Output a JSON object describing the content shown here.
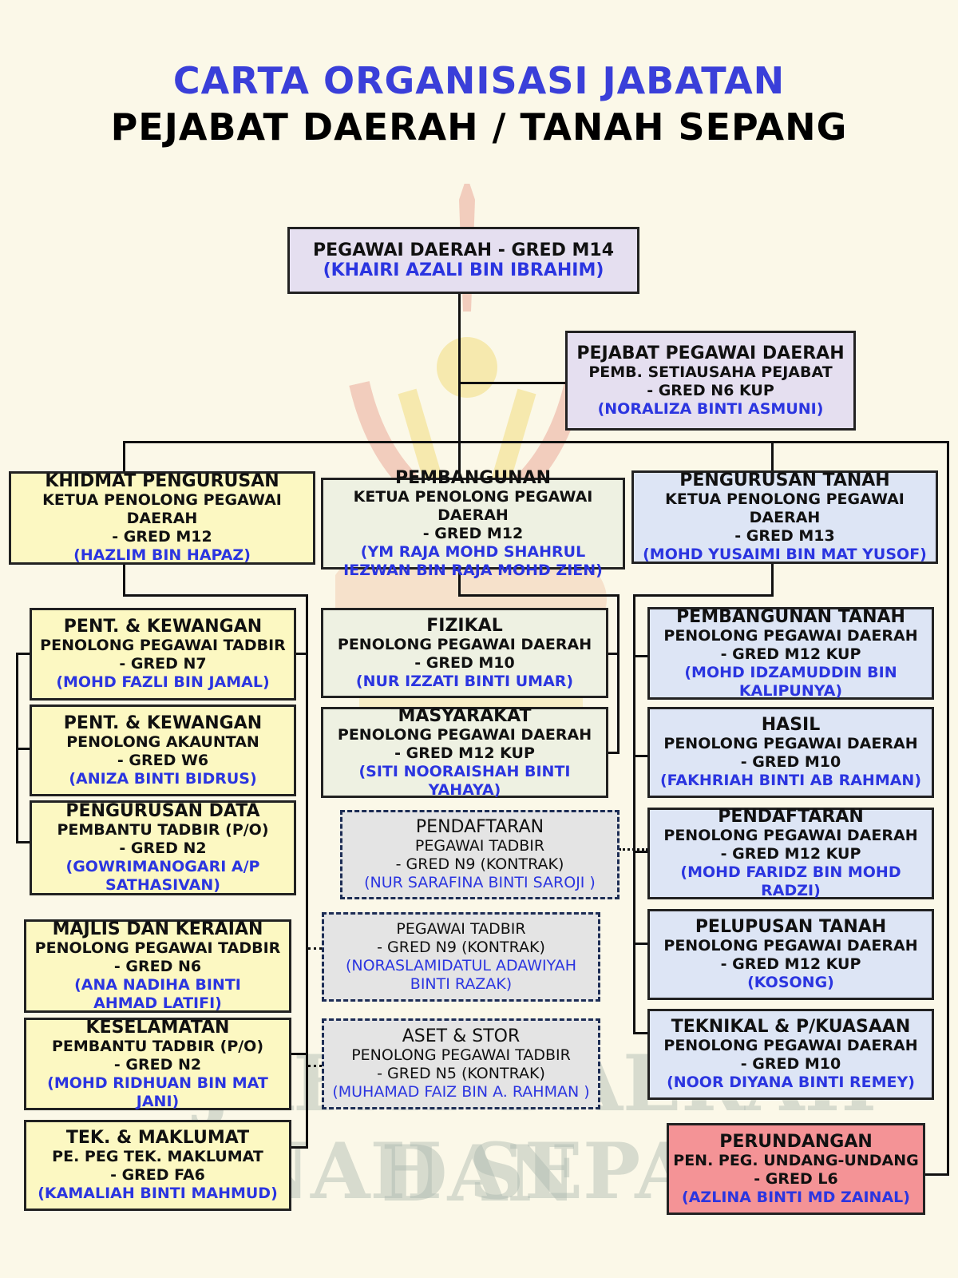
{
  "title": {
    "line1": "CARTA ORGANISASI JABATAN",
    "line2": "PEJABAT DAERAH / TANAH SEPANG"
  },
  "watermark": {
    "line1": "PEJABAT DAERAH DAN",
    "line2": "TANAH SEPANG"
  },
  "head": {
    "title": "PEGAWAI DAERAH - GRED M14",
    "name": "(KHAIRI AZALI BIN IBRAHIM)"
  },
  "secretary": {
    "title": "PEJABAT PEGAWAI DAERAH",
    "post": "PEMB. SETIAUSAHA PEJABAT",
    "grade": "- GRED N6 KUP",
    "name": "(NORALIZA BINTI ASMUNI)"
  },
  "divisions": {
    "khidmat": {
      "title": "KHIDMAT PENGURUSAN",
      "post": "KETUA PENOLONG PEGAWAI DAERAH",
      "grade": "- GRED M12",
      "name": "(HAZLIM BIN HAPAZ)"
    },
    "pembangunan": {
      "title": "PEMBANGUNAN",
      "post": "KETUA PENOLONG PEGAWAI DAERAH",
      "grade": "- GRED M12",
      "name": "(YM RAJA MOHD SHAHRUL IEZWAN BIN RAJA MOHD ZIEN)"
    },
    "tanah": {
      "title": "PENGURUSAN TANAH",
      "post": "KETUA PENOLONG PEGAWAI DAERAH",
      "grade": "- GRED M13",
      "name": "(MOHD YUSAIMI BIN MAT YUSOF)"
    }
  },
  "left_units": [
    {
      "title": "PENT. & KEWANGAN",
      "post": "PENOLONG PEGAWAI TADBIR",
      "grade": "- GRED N7",
      "name": "(MOHD FAZLI BIN JAMAL)"
    },
    {
      "title": "PENT. & KEWANGAN",
      "post": "PENOLONG AKAUNTAN",
      "grade": "- GRED W6",
      "name": "(ANIZA BINTI BIDRUS)"
    },
    {
      "title": "PENGURUSAN DATA",
      "post": "PEMBANTU TADBIR (P/O)",
      "grade": "- GRED N2",
      "name": "(GOWRIMANOGARI A/P SATHASIVAN)"
    },
    {
      "title": "MAJLIS DAN KERAIAN",
      "post": "PENOLONG PEGAWAI TADBIR",
      "grade": "- GRED N6",
      "name": "(ANA NADIHA BINTI AHMAD LATIFI)"
    },
    {
      "title": "KESELAMATAN",
      "post": "PEMBANTU TADBIR (P/O)",
      "grade": "- GRED N2",
      "name": "(MOHD RIDHUAN BIN MAT JANI)"
    },
    {
      "title": "TEK. & MAKLUMAT",
      "post": "PE. PEG TEK. MAKLUMAT",
      "grade": "- GRED FA6",
      "name": "(KAMALIAH BINTI MAHMUD)"
    }
  ],
  "center_units": [
    {
      "title": "FIZIKAL",
      "post": "PENOLONG PEGAWAI DAERAH",
      "grade": "- GRED M10",
      "name": "(NUR IZZATI BINTI UMAR)"
    },
    {
      "title": "MASYARAKAT",
      "post": "PENOLONG PEGAWAI DAERAH",
      "grade": "- GRED M12 KUP",
      "name": "(SITI NOORAISHAH BINTI YAHAYA)"
    }
  ],
  "contract_units": [
    {
      "title": "PENDAFTARAN",
      "post": "PEGAWAI TADBIR",
      "grade": "- GRED N9 (KONTRAK)",
      "name": "(NUR SARAFINA BINTI SAROJI )"
    },
    {
      "title": "",
      "post": "PEGAWAI TADBIR",
      "grade": "- GRED N9 (KONTRAK)",
      "name": "(NORASLAMIDATUL ADAWIYAH BINTI RAZAK)"
    },
    {
      "title": "ASET & STOR",
      "post": "PENOLONG PEGAWAI TADBIR",
      "grade": "- GRED N5 (KONTRAK)",
      "name": "(MUHAMAD FAIZ BIN A. RAHMAN )"
    }
  ],
  "right_units": [
    {
      "title": "PEMBANGUNAN TANAH",
      "post": "PENOLONG PEGAWAI DAERAH",
      "grade": "- GRED M12 KUP",
      "name": "(MOHD IDZAMUDDIN BIN KALIPUNYA)"
    },
    {
      "title": "HASIL",
      "post": "PENOLONG PEGAWAI DAERAH",
      "grade": "- GRED M10",
      "name": "(FAKHRIAH BINTI AB RAHMAN)"
    },
    {
      "title": "PENDAFTARAN",
      "post": "PENOLONG PEGAWAI DAERAH",
      "grade": "- GRED M12 KUP",
      "name": "(MOHD FARIDZ BIN MOHD RADZI)"
    },
    {
      "title": "PELUPUSAN TANAH",
      "post": "PENOLONG PEGAWAI DAERAH",
      "grade": "- GRED M12 KUP",
      "name": "(KOSONG)"
    },
    {
      "title": "TEKNIKAL & P/KUASAAN",
      "post": "PENOLONG PEGAWAI DAERAH",
      "grade": "- GRED M10",
      "name": "(NOOR DIYANA BINTI REMEY)"
    }
  ],
  "legal": {
    "title": "PERUNDANGAN",
    "post": "PEN. PEG. UNDANG-UNDANG",
    "grade": "- GRED L6",
    "name": "(AZLINA BINTI MD ZAINAL)"
  },
  "colors": {
    "title_blue": "#3a3fd9",
    "name_blue": "#2b35e0",
    "yellow": "#fcf8c2",
    "green": "#eef1e2",
    "blue": "#dde5f5",
    "lavender": "#e5dff0",
    "pink": "#f49396",
    "contract_grey": "#e4e4e4"
  }
}
